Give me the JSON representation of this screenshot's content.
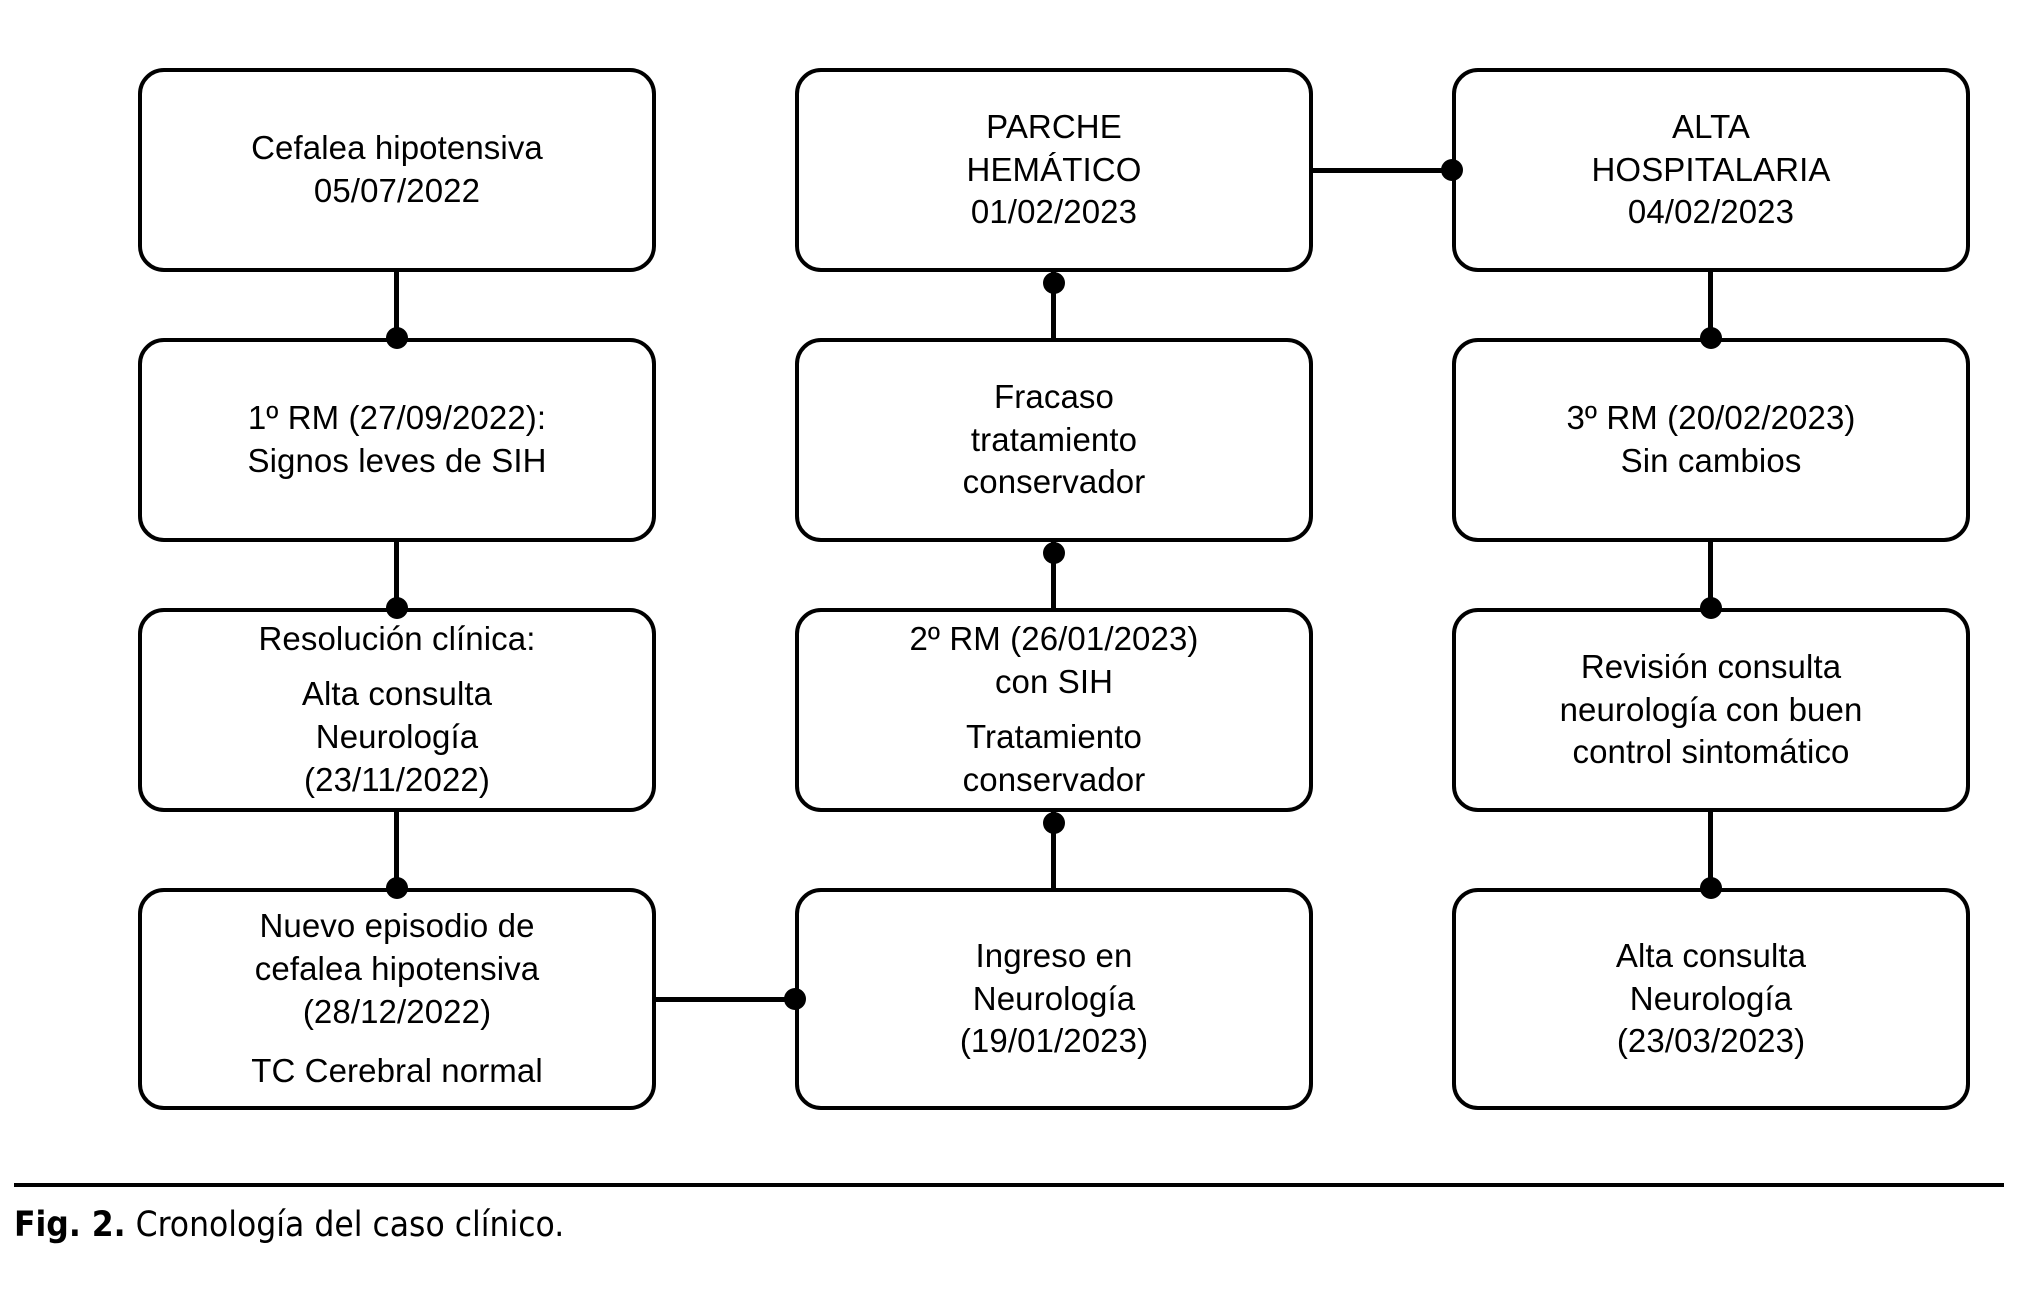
{
  "figure": {
    "caption_label": "Fig. 2.",
    "caption_text": "Cronología del caso clínico.",
    "stroke_color": "#000000",
    "background_color": "#ffffff"
  },
  "diagram": {
    "type": "flowchart",
    "title": "Cronología del caso clínico",
    "columns": 3,
    "rows": 4,
    "nodes": [
      {
        "id": "n1",
        "column": 1,
        "row": 1,
        "lines": [
          "Cefalea hipotensiva",
          "05/07/2022"
        ]
      },
      {
        "id": "n2",
        "column": 1,
        "row": 2,
        "lines": [
          "1º RM (27/09/2022):",
          "Signos leves de SIH"
        ]
      },
      {
        "id": "n3",
        "column": 1,
        "row": 3,
        "lines": [
          "Resolución clínica:",
          "",
          "Alta consulta",
          "Neurología",
          "(23/11/2022)"
        ]
      },
      {
        "id": "n4",
        "column": 1,
        "row": 4,
        "lines": [
          "Nuevo episodio de",
          "cefalea hipotensiva",
          "(28/12/2022)",
          "",
          "TC Cerebral normal"
        ]
      },
      {
        "id": "n5",
        "column": 2,
        "row": 4,
        "lines": [
          "Ingreso en",
          "Neurología",
          "(19/01/2023)"
        ]
      },
      {
        "id": "n6",
        "column": 2,
        "row": 3,
        "lines": [
          "2º RM (26/01/2023)",
          "con SIH",
          "",
          "Tratamiento",
          "conservador"
        ]
      },
      {
        "id": "n7",
        "column": 2,
        "row": 2,
        "lines": [
          "Fracaso",
          "tratamiento",
          "conservador"
        ]
      },
      {
        "id": "n8",
        "column": 2,
        "row": 1,
        "lines": [
          "PARCHE",
          "HEMÁTICO",
          "01/02/2023"
        ]
      },
      {
        "id": "n9",
        "column": 3,
        "row": 1,
        "lines": [
          "ALTA",
          "HOSPITALARIA",
          "04/02/2023"
        ]
      },
      {
        "id": "n10",
        "column": 3,
        "row": 2,
        "lines": [
          "3º RM (20/02/2023)",
          "Sin cambios"
        ]
      },
      {
        "id": "n11",
        "column": 3,
        "row": 3,
        "lines": [
          "Revisión consulta",
          "neurología con buen",
          "control sintomático"
        ]
      },
      {
        "id": "n12",
        "column": 3,
        "row": 4,
        "lines": [
          "Alta consulta",
          "Neurología",
          "(23/03/2023)"
        ]
      }
    ],
    "edges": [
      {
        "from": "n1",
        "to": "n2",
        "direction": "down"
      },
      {
        "from": "n2",
        "to": "n3",
        "direction": "down"
      },
      {
        "from": "n3",
        "to": "n4",
        "direction": "down"
      },
      {
        "from": "n4",
        "to": "n5",
        "direction": "right"
      },
      {
        "from": "n5",
        "to": "n6",
        "direction": "up"
      },
      {
        "from": "n6",
        "to": "n7",
        "direction": "up"
      },
      {
        "from": "n7",
        "to": "n8",
        "direction": "up"
      },
      {
        "from": "n8",
        "to": "n9",
        "direction": "right"
      },
      {
        "from": "n9",
        "to": "n10",
        "direction": "down"
      },
      {
        "from": "n10",
        "to": "n11",
        "direction": "down"
      },
      {
        "from": "n11",
        "to": "n12",
        "direction": "down"
      }
    ]
  },
  "nodes_text": {
    "n1": {
      "l0": "Cefalea hipotensiva",
      "l1": "05/07/2022"
    },
    "n2": {
      "l0": "1º RM (27/09/2022):",
      "l1": "Signos leves de SIH"
    },
    "n3": {
      "l0": "Resolución clínica:",
      "l1": "Alta consulta",
      "l2": "Neurología",
      "l3": "(23/11/2022)"
    },
    "n4": {
      "l0": "Nuevo episodio de",
      "l1": "cefalea hipotensiva",
      "l2": "(28/12/2022)",
      "l3": "TC Cerebral normal"
    },
    "n5": {
      "l0": "Ingreso en",
      "l1": "Neurología",
      "l2": "(19/01/2023)"
    },
    "n6": {
      "l0": "2º RM (26/01/2023)",
      "l1": "con SIH",
      "l2": "Tratamiento",
      "l3": "conservador"
    },
    "n7": {
      "l0": "Fracaso",
      "l1": "tratamiento",
      "l2": "conservador"
    },
    "n8": {
      "l0": "PARCHE",
      "l1": "HEMÁTICO",
      "l2": "01/02/2023"
    },
    "n9": {
      "l0": "ALTA",
      "l1": "HOSPITALARIA",
      "l2": "04/02/2023"
    },
    "n10": {
      "l0": "3º RM (20/02/2023)",
      "l1": "Sin cambios"
    },
    "n11": {
      "l0": "Revisión consulta",
      "l1": "neurología con buen",
      "l2": "control sintomático"
    },
    "n12": {
      "l0": "Alta consulta",
      "l1": "Neurología",
      "l2": "(23/03/2023)"
    }
  }
}
